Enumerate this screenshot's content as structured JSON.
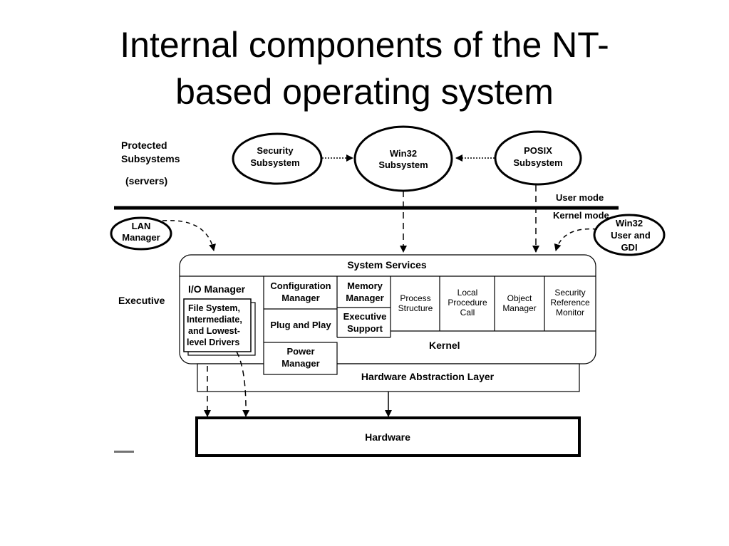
{
  "slide": {
    "title_line1": "Internal components of the NT-",
    "title_line2": "based operating system"
  },
  "diagram": {
    "protected_label": [
      "Protected",
      "Subsystems"
    ],
    "servers_label": "(servers)",
    "subsystems": {
      "security": [
        "Security",
        "Subsystem"
      ],
      "win32": [
        "Win32",
        "Subsystem"
      ],
      "posix": [
        "POSIX",
        "Subsystem"
      ]
    },
    "user_mode": "User mode",
    "kernel_mode": "Kernel mode",
    "lan_manager": [
      "LAN",
      "Manager"
    ],
    "win32_gdi": [
      "Win32",
      "User and",
      "GDI"
    ],
    "executive_label": "Executive",
    "system_services": "System Services",
    "io_manager": "I/O Manager",
    "file_system": [
      "File System,",
      "Intermediate,",
      "and Lowest-",
      "level Drivers"
    ],
    "configuration_manager": [
      "Configuration",
      "Manager"
    ],
    "plug_and_play": "Plug and Play",
    "power_manager": [
      "Power",
      "Manager"
    ],
    "memory_manager": [
      "Memory",
      "Manager"
    ],
    "executive_support": [
      "Executive",
      "Support"
    ],
    "process_structure": [
      "Process",
      "Structure"
    ],
    "local_procedure_call": [
      "Local",
      "Procedure",
      "Call"
    ],
    "object_manager": [
      "Object",
      "Manager"
    ],
    "security_reference_monitor": [
      "Security",
      "Reference",
      "Monitor"
    ],
    "kernel": "Kernel",
    "hal": "Hardware Abstraction Layer",
    "hardware": "Hardware"
  }
}
